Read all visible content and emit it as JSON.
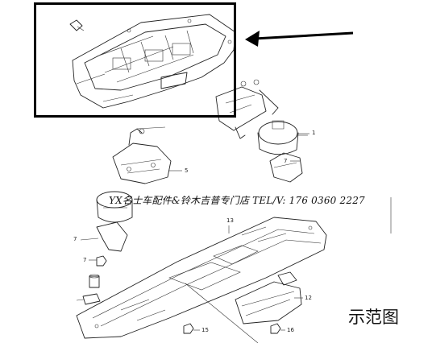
{
  "diagram": {
    "watermark_text": "YX名士车配件&铃木吉普专门店 TEL/V: 176 0360 2227",
    "example_label": "示范图",
    "callouts": {
      "c1": "1",
      "c5": "5",
      "c7a": "7",
      "c7b": "7",
      "c7c": "7",
      "c12": "12",
      "c13": "13",
      "c15": "15",
      "c16": "16"
    }
  }
}
